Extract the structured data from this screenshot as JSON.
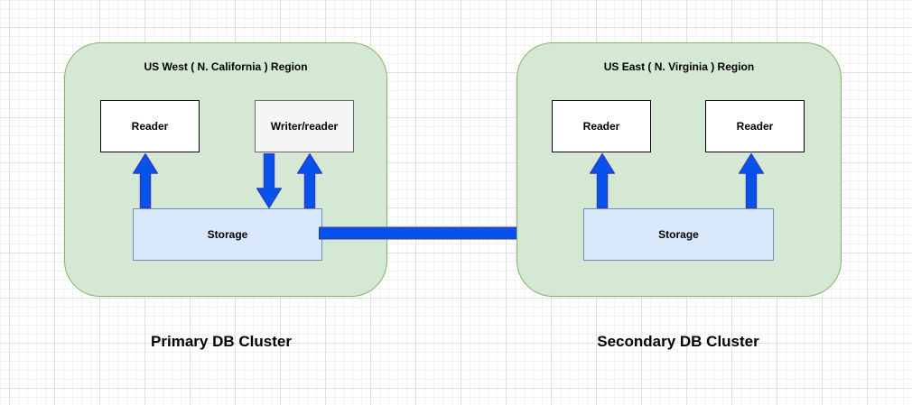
{
  "diagram": {
    "primary_region": {
      "title": "US West ( N. California ) Region",
      "reader_label": "Reader",
      "writer_reader_label": "Writer/reader",
      "storage_label": "Storage",
      "caption": "Primary DB Cluster"
    },
    "secondary_region": {
      "title": "US East ( N. Virginia ) Region",
      "reader1_label": "Reader",
      "reader2_label": "Reader",
      "storage_label": "Storage",
      "caption": "Secondary DB Cluster"
    },
    "arrows": {
      "primary_storage_to_reader": "up",
      "primary_writer_to_storage": "down",
      "primary_storage_to_writer": "up",
      "replication_storage_to_storage": "right",
      "secondary_storage_to_reader1": "up",
      "secondary_storage_to_reader2": "up"
    },
    "colors": {
      "region_fill": "#d5e8d4",
      "region_border": "#82b366",
      "storage_fill": "#dae8fc",
      "storage_border": "#6c8ebf",
      "reader_fill": "#ffffff",
      "reader_border": "#000000",
      "writer_fill": "#f5f5f5",
      "writer_border": "#666666",
      "arrow_fill": "#0553ea",
      "arrow_stroke": "#2b3ebf",
      "canvas_grid_minor": "#f2f2f2",
      "canvas_grid_major": "#e0e0e0"
    }
  }
}
